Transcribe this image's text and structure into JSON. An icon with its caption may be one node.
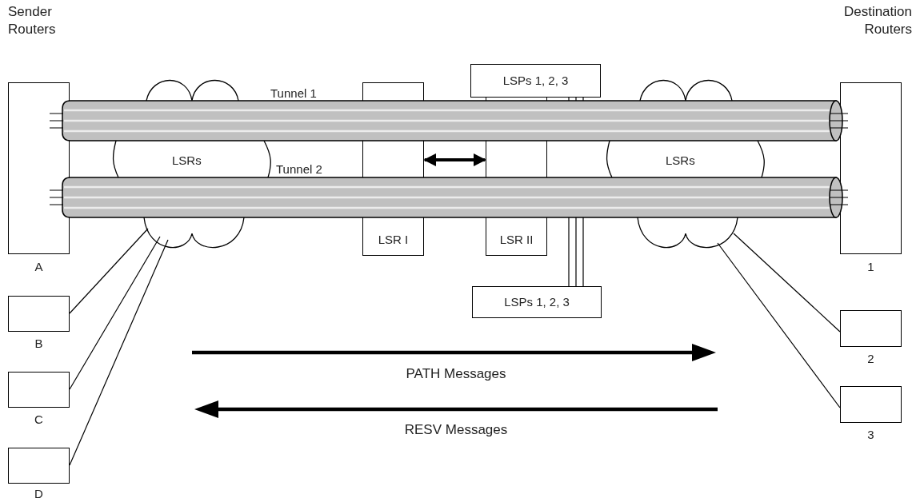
{
  "diagram": {
    "nodes": [
      {
        "text": [
          "LSPs 1, 2, 3"
        ]
      },
      {
        "text": [],
        "shape": "box",
        "beside": [
          "A"
        ]
      },
      {
        "text": [
          "LSRs"
        ]
      },
      {
        "text": [
          "LSR I"
        ]
      },
      {
        "text": [
          "LSR II"
        ]
      },
      {
        "text": [
          "LSRs"
        ]
      },
      {
        "text": [],
        "shape": "box",
        "beside": [
          "1"
        ]
      },
      {
        "text": [
          "Tunnel 1"
        ]
      },
      {
        "text": [
          "Tunnel 2"
        ]
      },
      {
        "text": [
          "LSPs 1, 2, 3"
        ]
      },
      {
        "text": [],
        "shape": "box",
        "beside": [
          "B"
        ]
      },
      {
        "text": [],
        "shape": "box",
        "beside": [
          "2"
        ]
      },
      {
        "text": [],
        "shape": "box",
        "beside": [
          "C"
        ]
      },
      {
        "text": [],
        "shape": "box",
        "beside": [
          "3"
        ]
      },
      {
        "text": [],
        "shape": "box",
        "beside": [
          "D"
        ]
      }
    ],
    "edges": [
      {
        "from": 0,
        "to": 7,
        "arrow": "none"
      },
      {
        "from": 3,
        "to": 4,
        "arrow": "both",
        "style": "thick"
      },
      {
        "from": 9,
        "to": 8,
        "arrow": "none"
      },
      {
        "from": 10,
        "to": 2,
        "arrow": "none"
      },
      {
        "from": 12,
        "to": 2,
        "arrow": "none"
      },
      {
        "from": 14,
        "to": 2,
        "arrow": "none"
      },
      {
        "from": 11,
        "to": 5,
        "arrow": "none"
      },
      {
        "from": 13,
        "to": 5,
        "arrow": "none"
      },
      {
        "from": 1,
        "to": 7,
        "arrow": "none"
      },
      {
        "from": 7,
        "to": 6,
        "arrow": "none"
      },
      {
        "from": 1,
        "to": 8,
        "arrow": "none"
      },
      {
        "from": 8,
        "to": 6,
        "arrow": "none"
      }
    ],
    "labels": [
      "Sender Routers",
      "Destination Routers",
      "PATH Messages",
      "RESV Messages"
    ]
  }
}
